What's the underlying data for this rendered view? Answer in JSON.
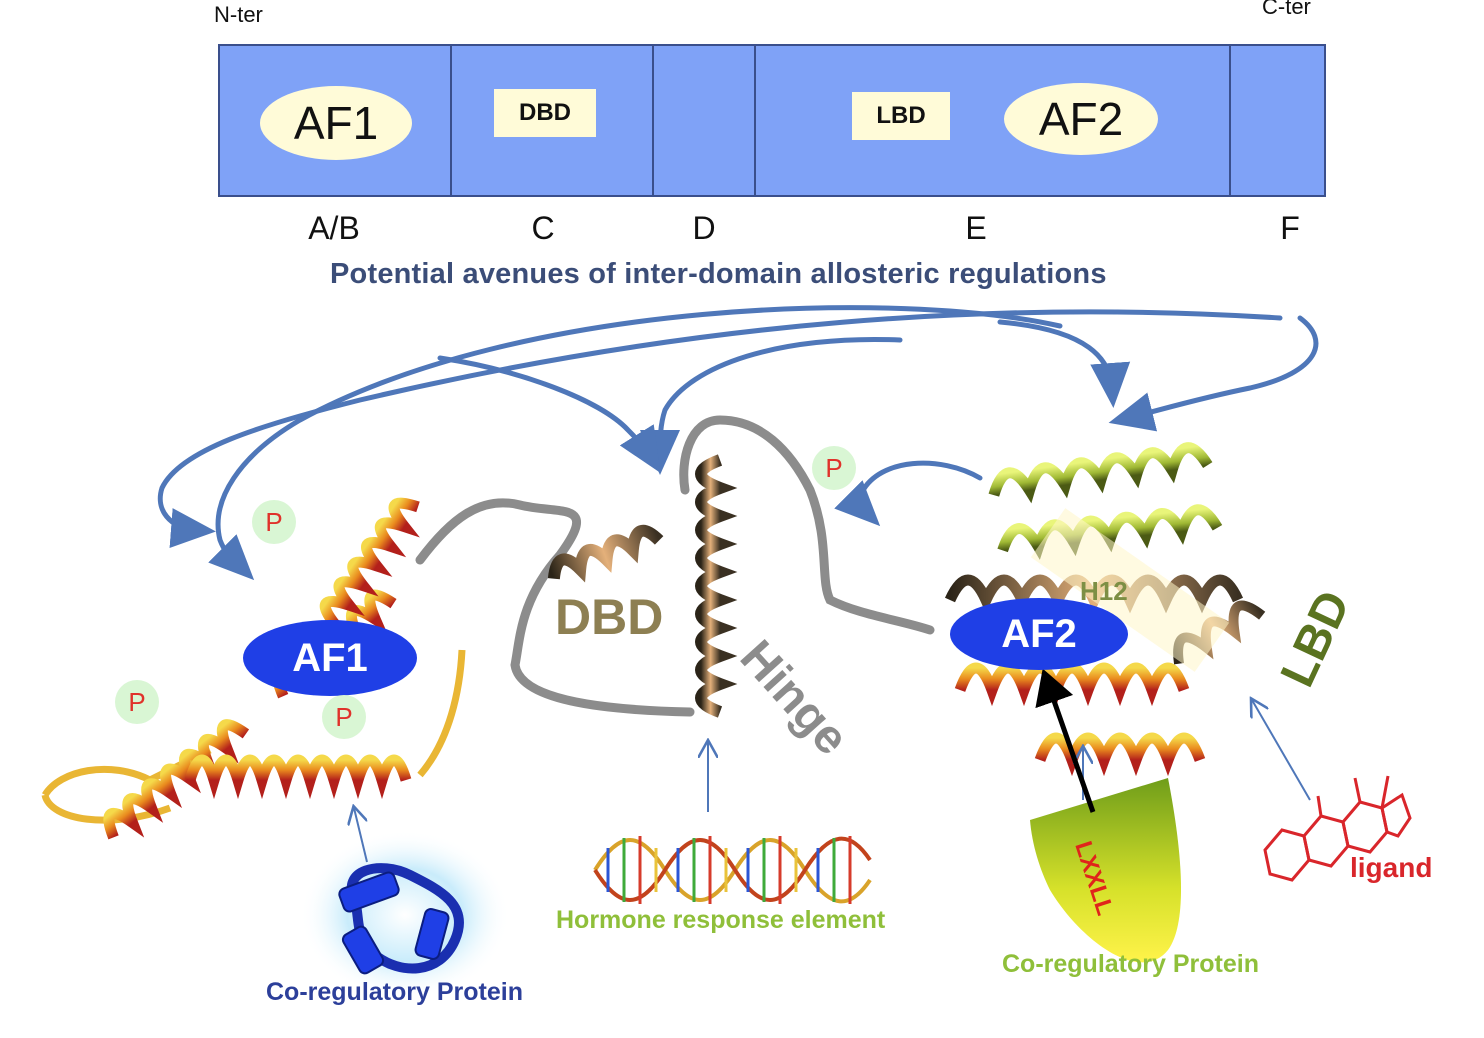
{
  "terminals": {
    "n": "N-ter",
    "c": "C-ter"
  },
  "domain_letters": [
    "A/B",
    "C",
    "D",
    "E",
    "F"
  ],
  "domain_labels": {
    "af1": "AF1",
    "dbd": "DBD",
    "lbd": "LBD",
    "af2": "AF2"
  },
  "subtitle": "Potential avenues of inter-domain allosteric regulations",
  "structure": {
    "af1": "AF1",
    "af2": "AF2",
    "dbd": "DBD",
    "hinge": "Hinge",
    "lbd": "LBD",
    "h12": "H12",
    "p": "P",
    "lxxll": "LXXLL",
    "ligand": "ligand"
  },
  "captions": {
    "coreg_left": "Co-regulatory Protein",
    "hre": "Hormone response element",
    "coreg_right": "Co-regulatory Protein"
  },
  "colors": {
    "bar": "#7fa2f7",
    "label_fill": "#fffbd8",
    "arrow": "#4f77b9",
    "blue_oval": "#1f3fe6",
    "hinge": "#8c8c8c",
    "ligand": "#d9262b",
    "green_caption": "#8fbf3a",
    "navy_caption": "#2c3f9a"
  }
}
